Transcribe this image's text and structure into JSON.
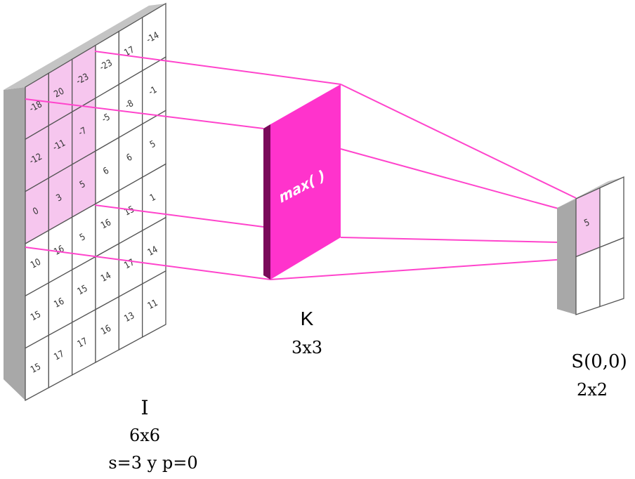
{
  "input_matrix": {
    "name": "I",
    "size": "6x6",
    "params": "s=3 y p=0",
    "rows": [
      [
        "-18",
        "20",
        "-23",
        "-23",
        "17",
        "-14"
      ],
      [
        "-12",
        "-11",
        "-7",
        "-5",
        "-8",
        "-1"
      ],
      [
        "0",
        "3",
        "5",
        "6",
        "6",
        "5"
      ],
      [
        "10",
        "16",
        "5",
        "16",
        "15",
        "1"
      ],
      [
        "15",
        "16",
        "15",
        "14",
        "17",
        "14"
      ],
      [
        "15",
        "17",
        "17",
        "16",
        "13",
        "11"
      ]
    ],
    "highlight_rows": 3,
    "highlight_cols": 3
  },
  "kernel": {
    "name": "K",
    "size": "3x3",
    "op": "max( )"
  },
  "output": {
    "name": "S(0,0)",
    "size": "2x2",
    "cells": [
      "5",
      "",
      "",
      ""
    ]
  },
  "colors": {
    "highlight": "#f6c6ee",
    "kernel": "#ff33cc",
    "kernel_dark": "#7a0a5a",
    "lines": "#ff44cc",
    "frame": "#a8a8a8",
    "grid": "#555555"
  }
}
